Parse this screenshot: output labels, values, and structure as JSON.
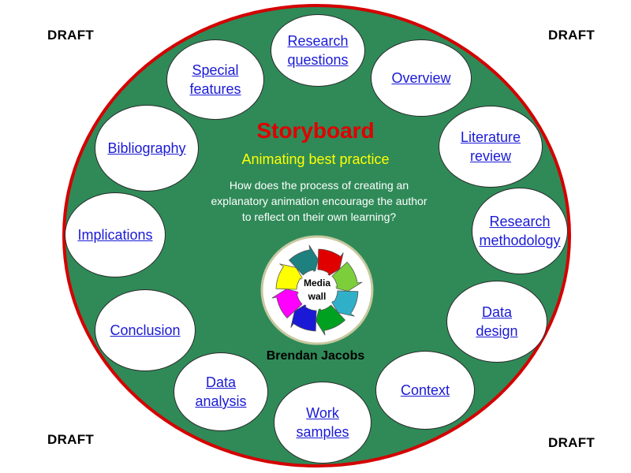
{
  "drafts": [
    "DRAFT",
    "DRAFT",
    "DRAFT",
    "DRAFT"
  ],
  "center": {
    "title": "Storyboard",
    "subtitle": "Animating best practice",
    "question": "How does the process of creating an explanatory animation encourage the author to reflect on their own learning?",
    "media_label": "Media\nwall",
    "author": "Brendan Jacobs"
  },
  "nodes": [
    {
      "label": "Research\nquestions"
    },
    {
      "label": "Overview"
    },
    {
      "label": "Literature\nreview"
    },
    {
      "label": "Research\nmethodology"
    },
    {
      "label": "Data\ndesign"
    },
    {
      "label": "Context"
    },
    {
      "label": "Work\nsamples"
    },
    {
      "label": "Data\nanalysis"
    },
    {
      "label": "Conclusion"
    },
    {
      "label": "Implications"
    },
    {
      "label": "Bibliography"
    },
    {
      "label": "Special\nfeatures"
    }
  ],
  "colors": {
    "oval_fill": "#2f8a58",
    "oval_border": "#d40000",
    "title": "#e00000",
    "subtitle": "#ffff00",
    "link": "#1a1ad6",
    "arrows": [
      "#e00000",
      "#7ccf3a",
      "#2fb0c8",
      "#00a020",
      "#1a1ad6",
      "#ff00ff",
      "#ffff00",
      "#1f8080"
    ]
  }
}
